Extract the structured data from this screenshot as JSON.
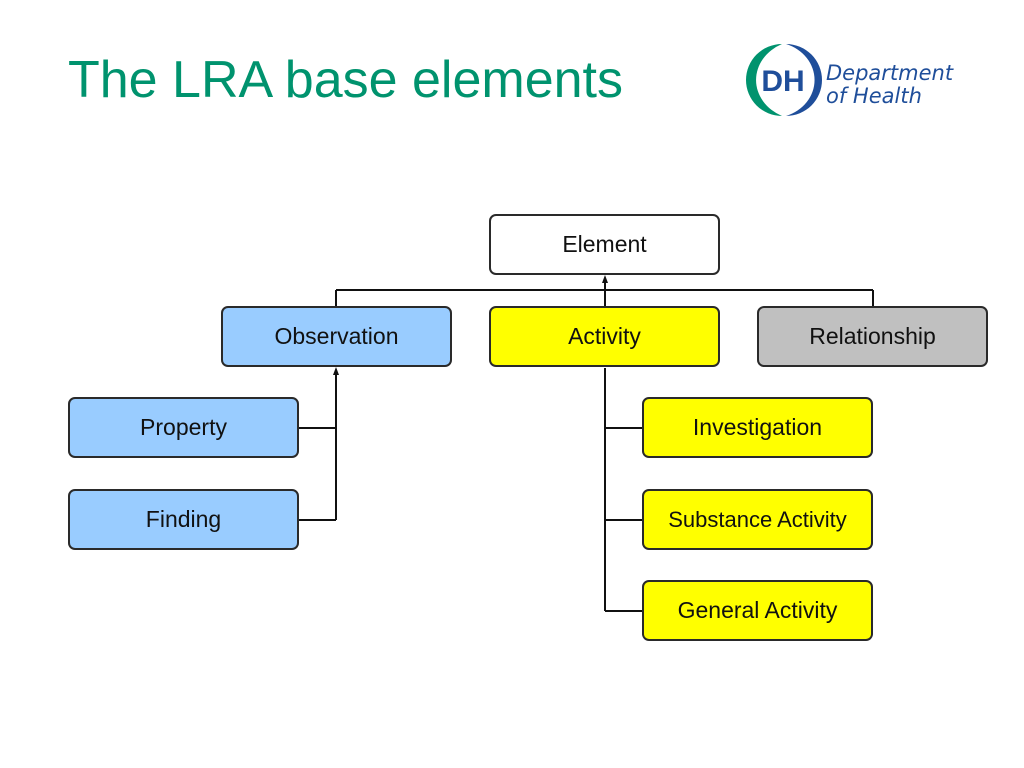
{
  "title": "The LRA base elements",
  "logo": {
    "initials": "DH",
    "line1": "Department",
    "line2": "of Health"
  },
  "colors": {
    "title": "#00936e",
    "logo_green": "#00936e",
    "logo_blue": "#1f4e9a",
    "element": "#ffffff",
    "observation_group": "#99ccff",
    "activity_group": "#ffff00",
    "relationship": "#c0c0c0"
  },
  "diagram": {
    "root": "Element",
    "observation": "Observation",
    "activity": "Activity",
    "relationship": "Relationship",
    "observation_children": [
      "Property",
      "Finding"
    ],
    "activity_children": [
      "Investigation",
      "Substance Activity",
      "General Activity"
    ]
  }
}
